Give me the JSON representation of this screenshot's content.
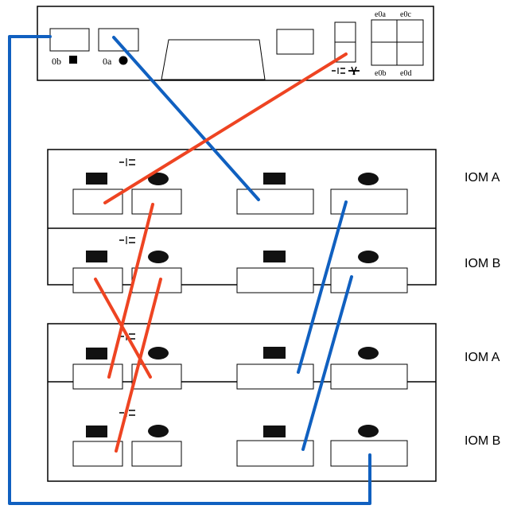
{
  "controller": {
    "port_labels": {
      "p0b": "0b",
      "p0a": "0a",
      "e0a": "e0a",
      "e0c": "e0c",
      "e0b": "e0b",
      "e0d": "e0d"
    }
  },
  "iom_labels": [
    "IOM A",
    "IOM B",
    "IOM A",
    "IOM B"
  ],
  "colors": {
    "sas_cable": "#ee4422",
    "blue_cable": "#1060c0",
    "outline": "#000000"
  }
}
